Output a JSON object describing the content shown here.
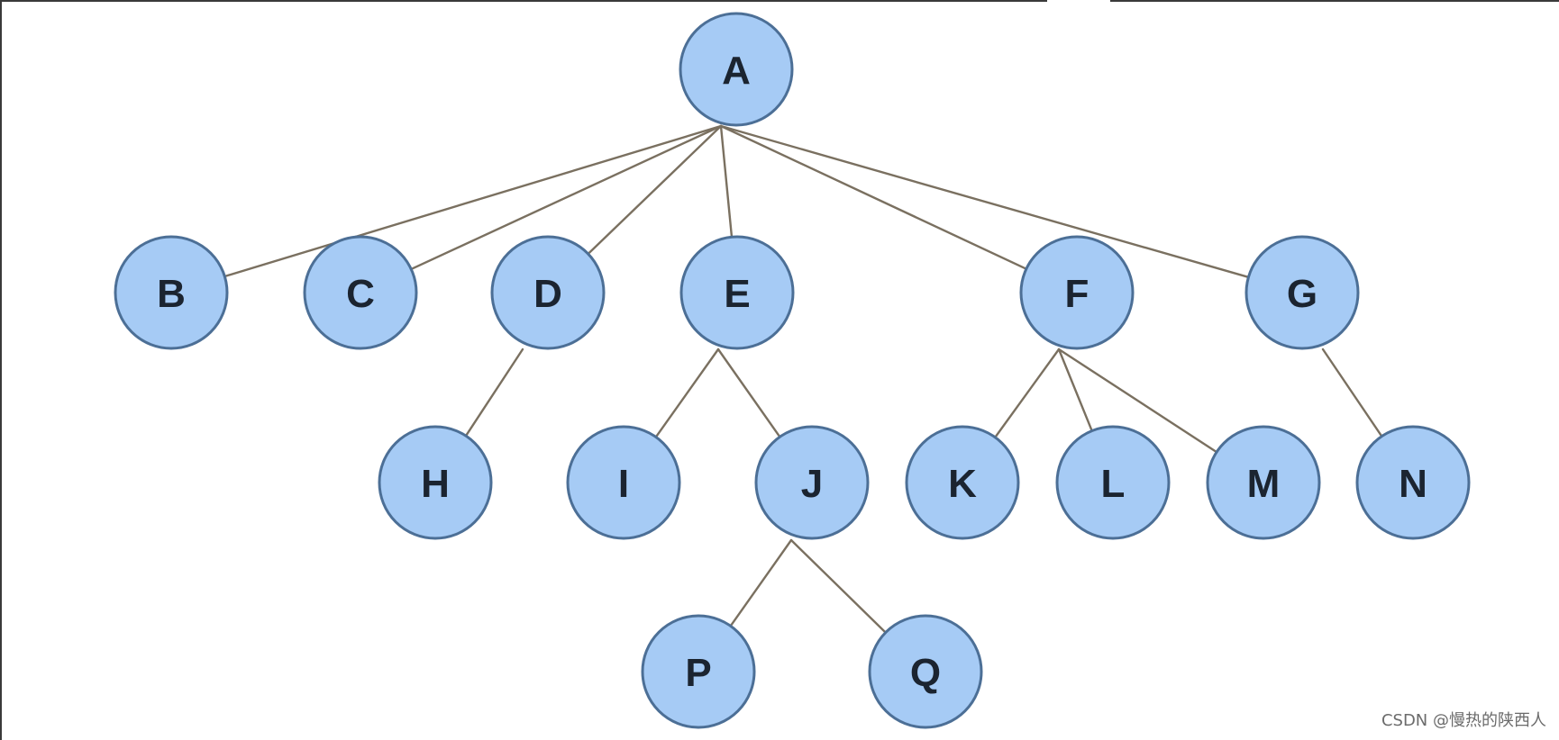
{
  "tree": {
    "nodes": [
      {
        "id": "A",
        "label": "A"
      },
      {
        "id": "B",
        "label": "B"
      },
      {
        "id": "C",
        "label": "C"
      },
      {
        "id": "D",
        "label": "D"
      },
      {
        "id": "E",
        "label": "E"
      },
      {
        "id": "F",
        "label": "F"
      },
      {
        "id": "G",
        "label": "G"
      },
      {
        "id": "H",
        "label": "H"
      },
      {
        "id": "I",
        "label": "I"
      },
      {
        "id": "J",
        "label": "J"
      },
      {
        "id": "K",
        "label": "K"
      },
      {
        "id": "L",
        "label": "L"
      },
      {
        "id": "M",
        "label": "M"
      },
      {
        "id": "N",
        "label": "N"
      },
      {
        "id": "P",
        "label": "P"
      },
      {
        "id": "Q",
        "label": "Q"
      }
    ],
    "edges": [
      [
        "A",
        "B"
      ],
      [
        "A",
        "C"
      ],
      [
        "A",
        "D"
      ],
      [
        "A",
        "E"
      ],
      [
        "A",
        "F"
      ],
      [
        "A",
        "G"
      ],
      [
        "D",
        "H"
      ],
      [
        "E",
        "I"
      ],
      [
        "E",
        "J"
      ],
      [
        "F",
        "K"
      ],
      [
        "F",
        "L"
      ],
      [
        "F",
        "M"
      ],
      [
        "G",
        "N"
      ],
      [
        "J",
        "P"
      ],
      [
        "J",
        "Q"
      ]
    ]
  },
  "colors": {
    "node_fill": "#a6cbf5",
    "node_stroke": "#4c6f96",
    "edge": "#7a7060",
    "label": "#1b2430"
  },
  "watermark": "CSDN @慢热的陕西人"
}
